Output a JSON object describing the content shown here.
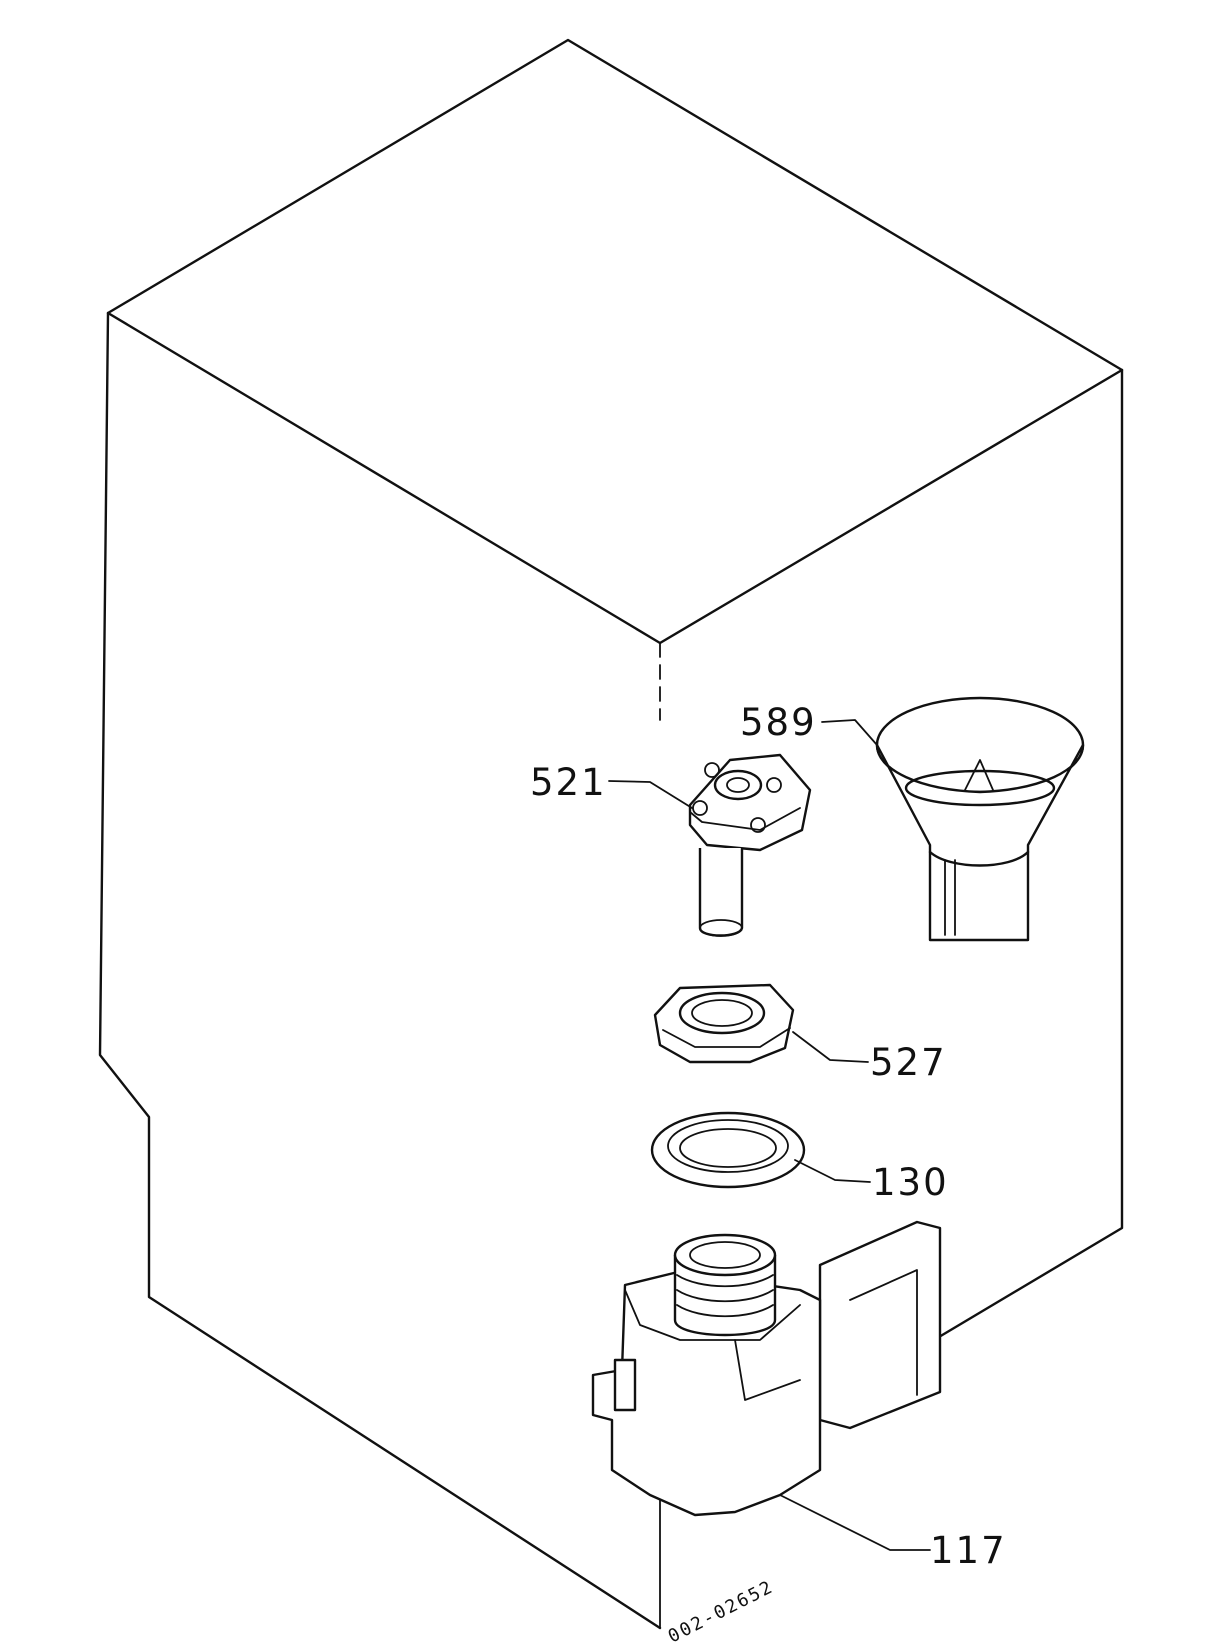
{
  "diagram": {
    "drawing_code": "002-02652",
    "parts": [
      {
        "id": "589",
        "label": "589"
      },
      {
        "id": "521",
        "label": "521"
      },
      {
        "id": "527",
        "label": "527"
      },
      {
        "id": "130",
        "label": "130"
      },
      {
        "id": "117",
        "label": "117"
      }
    ]
  }
}
